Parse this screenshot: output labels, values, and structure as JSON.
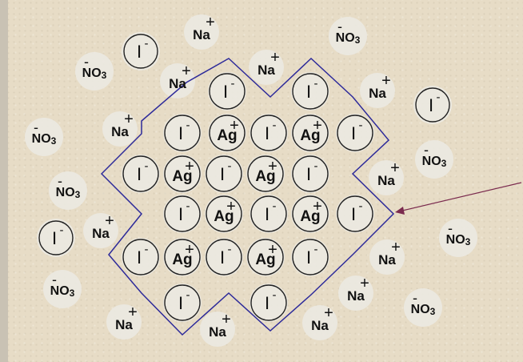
{
  "colors": {
    "background": "#e7dcc6",
    "spot": "#ece8e1",
    "lattice_outline": "#2d2a9a",
    "arrow": "#7a2a4e",
    "circle_stroke": "#222222"
  },
  "ions": {
    "iodide": {
      "symbol": "I",
      "charge": "-"
    },
    "silver": {
      "symbol": "Ag",
      "charge": "+"
    },
    "sodium": {
      "symbol": "Na",
      "charge": "+"
    },
    "nitrate": {
      "symbol": "NO",
      "subscript": "3",
      "charge": "-"
    }
  }
}
